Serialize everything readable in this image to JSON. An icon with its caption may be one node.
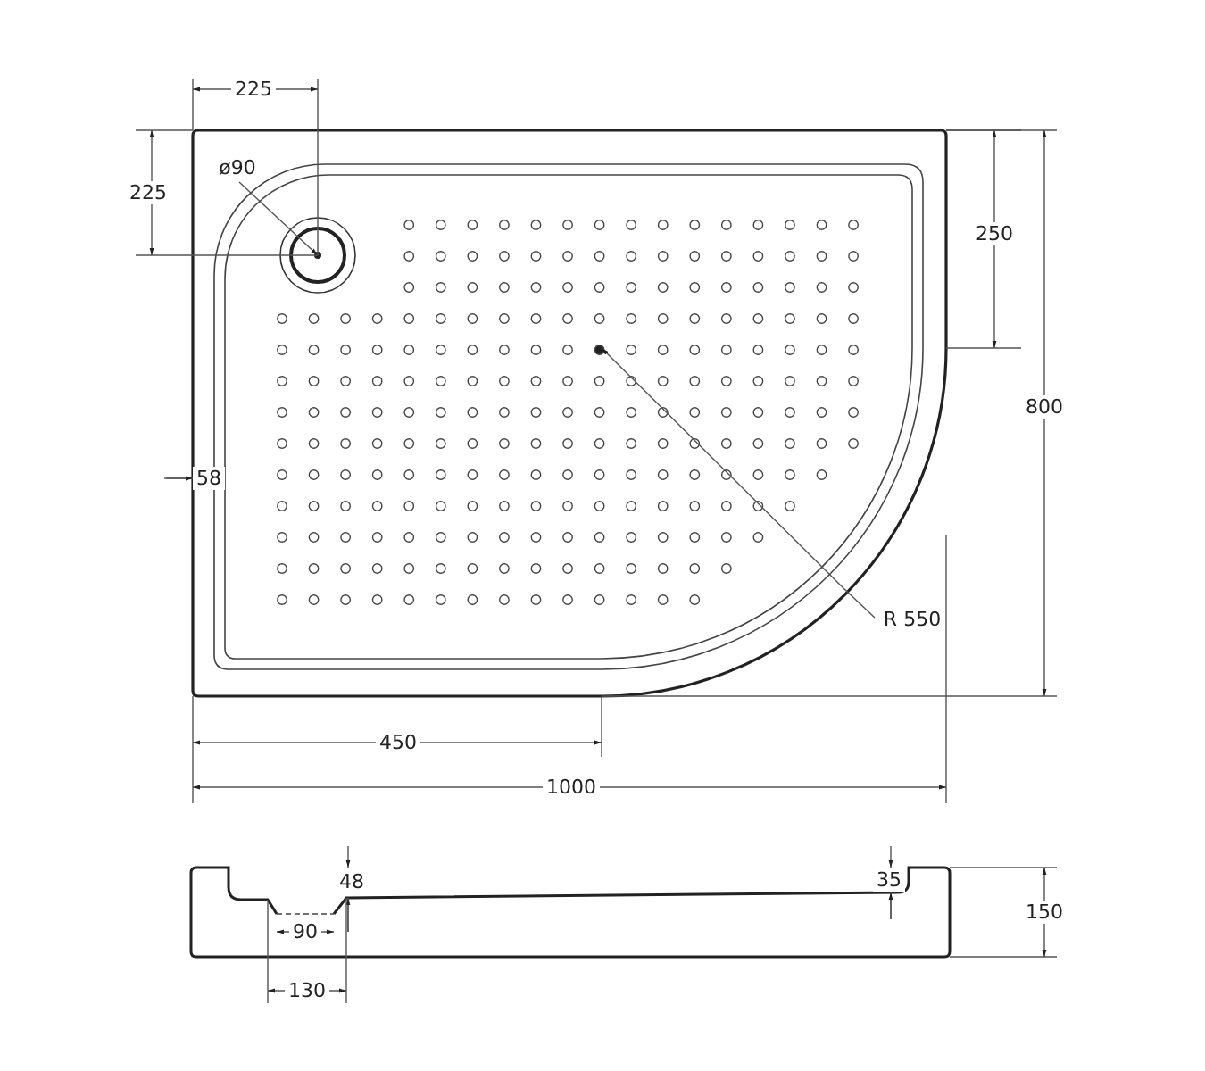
{
  "diagram": {
    "labels": [
      "225",
      "225",
      "ø90",
      "250",
      "800",
      "58",
      "R 550",
      "450",
      "1000",
      "48",
      "35",
      "150",
      "90",
      "130"
    ]
  }
}
